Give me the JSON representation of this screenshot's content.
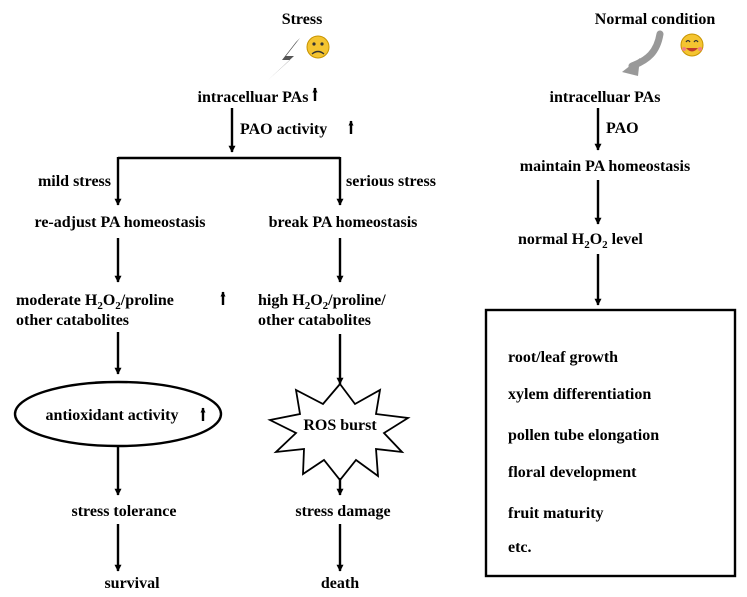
{
  "left": {
    "title": "Stress",
    "intracellular": "intracelluar PAs",
    "pao_activity": "PAO activity",
    "mild_stress": "mild stress",
    "serious_stress": "serious stress",
    "readjust": "re-adjust PA homeostasis",
    "break": "break PA homeostasis",
    "moderate_a": "moderate H",
    "moderate_b": "O",
    "moderate_c": "/proline",
    "other_catabolites_1": "other catabolites",
    "high_a": "high H",
    "high_b": "O",
    "high_c": "/proline/",
    "other_catabolites_2": "other catabolites",
    "antioxidant": "antioxidant activity",
    "ros_burst": "ROS burst",
    "stress_tolerance": "stress tolerance",
    "stress_damage": "stress damage",
    "survival": "survival",
    "death": "death"
  },
  "right": {
    "title": "Normal condition",
    "intracellular": "intracelluar PAs",
    "pao": "PAO",
    "maintain": "maintain  PA homeostasis",
    "normal_a": "normal H",
    "normal_b": "O",
    "normal_c": " level",
    "box_items": [
      "root/leaf growth",
      "xylem differentiation",
      "pollen tube elongation",
      "floral development",
      "fruit maturity",
      "etc."
    ]
  },
  "subscript_2": "2",
  "colors": {
    "ink": "#000000",
    "lightning": "#555555",
    "curved_arrow": "#999999",
    "emoji_face": "#F4C430"
  },
  "icons": {
    "stress": [
      "lightning-bolt-icon",
      "sad-face-icon"
    ],
    "normal": [
      "curved-arrow-icon",
      "smiling-face-icon"
    ],
    "up_arrow": "up-arrow-icon"
  }
}
